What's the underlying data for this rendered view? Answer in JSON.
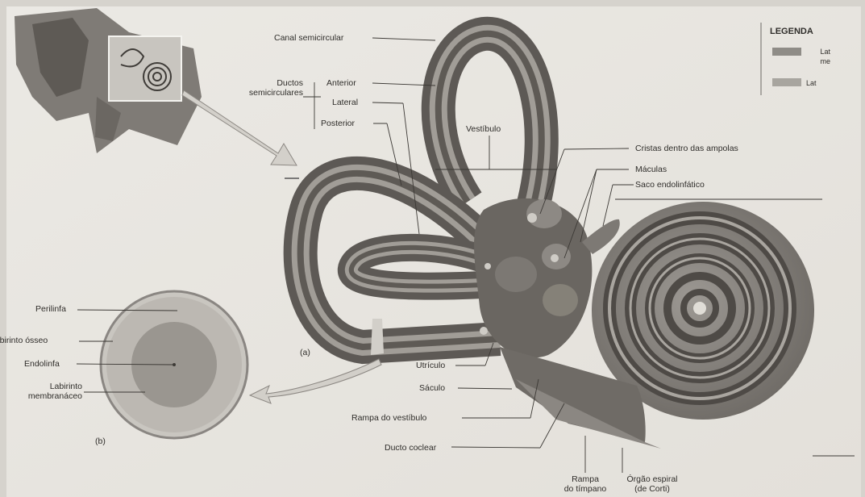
{
  "legend": {
    "title": "LEGENDA",
    "items": [
      {
        "label": "Lat\nme",
        "color": "#8f8c87"
      },
      {
        "label": "Lat",
        "color": "#a8a59f"
      }
    ]
  },
  "labels": {
    "canal_semicircular": "Canal semicircular",
    "ductos_semicirculares": "Ductos\nsemicirculares",
    "anterior": "Anterior",
    "lateral": "Lateral",
    "posterior": "Posterior",
    "vestibulo": "Vestíbulo",
    "cristas": "Cristas dentro das ampolas",
    "maculas": "Máculas",
    "saco": "Saco endolinfático",
    "utriculo": "Utrículo",
    "saculo": "Sáculo",
    "rampa_vestibulo": "Rampa do vestíbulo",
    "ducto_coclear": "Ducto coclear",
    "rampa_timpano": "Rampa\ndo tímpano",
    "orgao_espiral": "Órgão espiral\n(de Corti)",
    "panel_a": "(a)",
    "panel_b": "(b)",
    "perilinfa": "Perilinfa",
    "labirinto_osseo": "Labirinto ósseo",
    "endolinfa": "Endolinfa",
    "labirinto_membranaceo": "Labirinto\nmembranáceo"
  }
}
